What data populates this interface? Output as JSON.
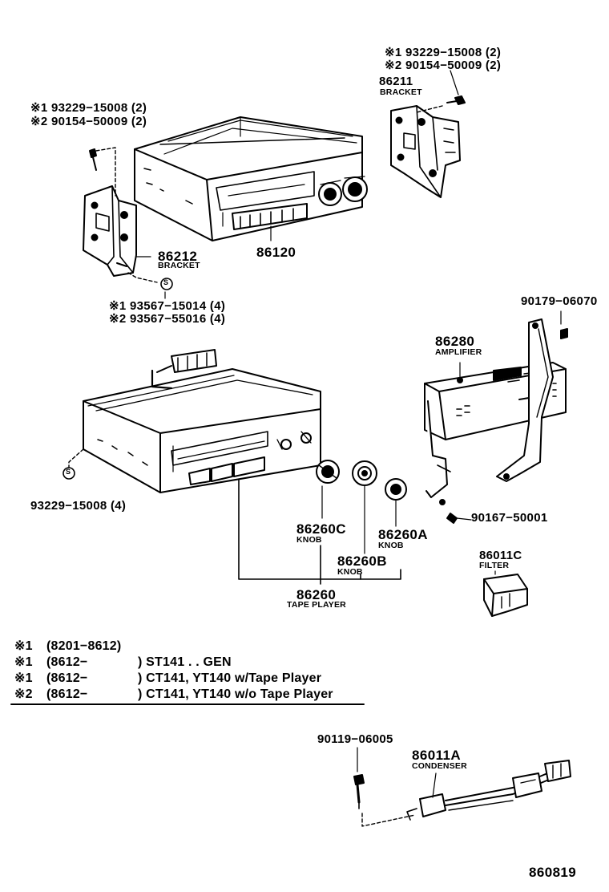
{
  "diagram_id": "860819",
  "parts": {
    "radio": {
      "number": "86120"
    },
    "bracket_right": {
      "number": "86211",
      "name": "BRACKET"
    },
    "bracket_left": {
      "number": "86212",
      "name": "BRACKET"
    },
    "amplifier": {
      "number": "86280",
      "name": "AMPLIFIER"
    },
    "tape_player": {
      "number": "86260",
      "name": "TAPE PLAYER"
    },
    "knob_c": {
      "number": "86260C",
      "name": "KNOB"
    },
    "knob_b": {
      "number": "86260B",
      "name": "KNOB"
    },
    "knob_a": {
      "number": "86260A",
      "name": "KNOB"
    },
    "filter": {
      "number": "86011C",
      "name": "FILTER"
    },
    "condenser": {
      "number": "86011A",
      "name": "CONDENSER"
    }
  },
  "fasteners": {
    "right_screw_1": "※1 93229−15008 (2)",
    "right_screw_2": "※2 90154−50009 (2)",
    "left_screw_1": "※1 93229−15008 (2)",
    "left_screw_2": "※2 90154−50009 (2)",
    "left_nut_1": "※1 93567−15014 (4)",
    "left_nut_2": "※2 93567−55016 (4)",
    "tape_screw": "93229−15008 (4)",
    "amp_nut": "90179−06070",
    "amp_screw": "90167−50001",
    "condenser_bolt": "90119−06005",
    "s_marker": "S"
  },
  "legend": [
    {
      "mark": "※1",
      "code": "(8201−8612)",
      "desc": ""
    },
    {
      "mark": "※1",
      "code": "(8612−",
      "desc": ") ST141 . . GEN"
    },
    {
      "mark": "※1",
      "code": "(8612−",
      "desc": ") CT141, YT140 w/Tape Player"
    },
    {
      "mark": "※2",
      "code": "(8612−",
      "desc": ") CT141, YT140 w/o Tape Player"
    }
  ]
}
